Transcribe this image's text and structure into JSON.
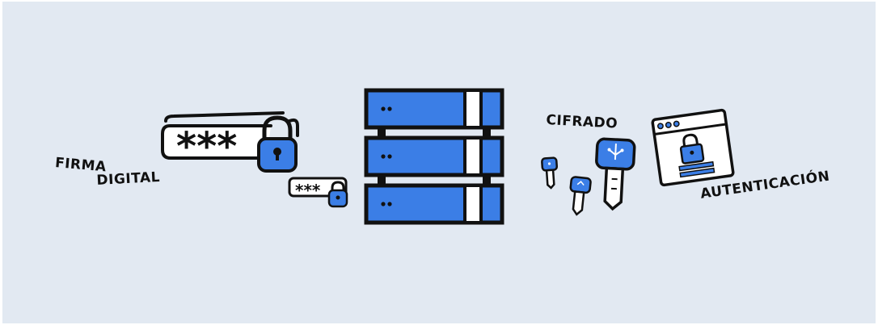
{
  "labels": {
    "firma": "FIRMA",
    "digital": "DIGITAL",
    "cifrado": "CIFRADO",
    "autenticacion": "AUTENTICACIÓN"
  },
  "password_large": "***",
  "password_small": "***",
  "colors": {
    "background": "#e2e9f2",
    "accent": "#3b7ee6",
    "outline": "#111111"
  },
  "icons": [
    "server-icon",
    "password-field-icon",
    "padlock-icon",
    "key-icon",
    "browser-window-icon"
  ]
}
